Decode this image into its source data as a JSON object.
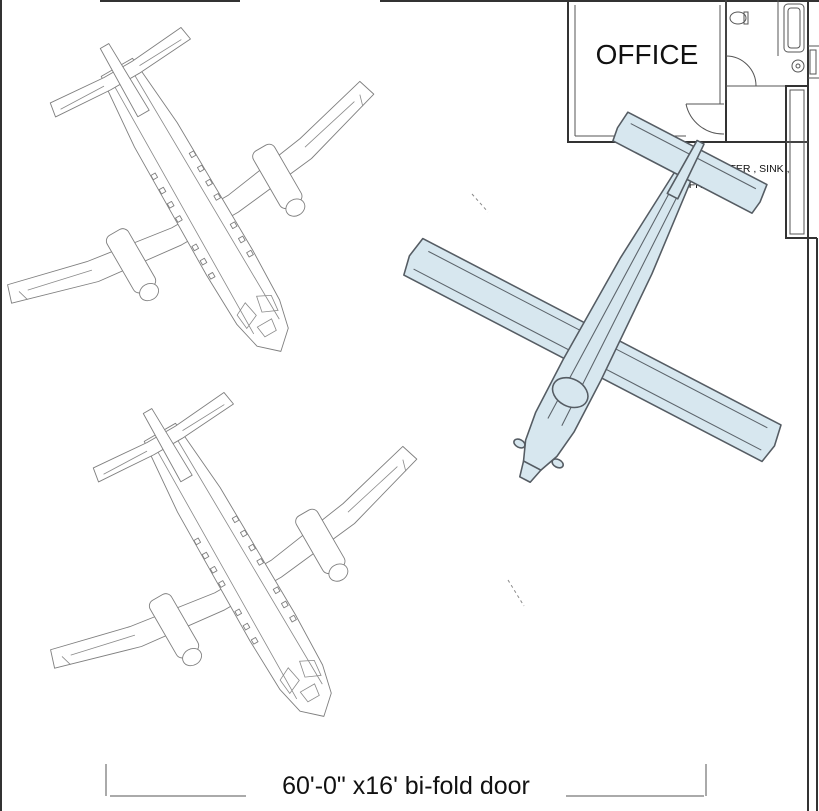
{
  "rooms": {
    "office_label": "OFFICE",
    "counter_line1": "COUNTER , SINK ,",
    "counter_line2": "FRIDGE ETC."
  },
  "door": {
    "label": "60'-0\"  x16' bi-fold door"
  },
  "colors": {
    "wall": "#333333",
    "sketch_outline": "#7f7f7f",
    "highlight_fill": "#d7e7ef"
  }
}
